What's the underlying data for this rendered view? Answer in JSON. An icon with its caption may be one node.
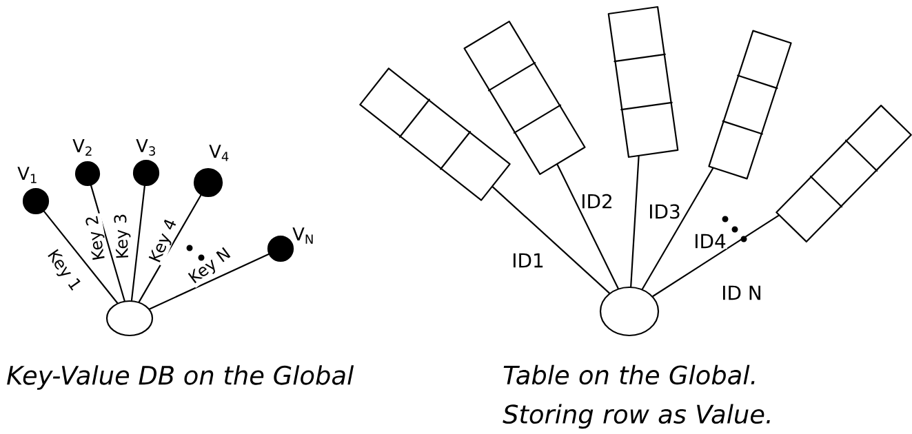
{
  "diagram": {
    "nodes": [
      {
        "text": [],
        "shape": "circle",
        "beside": [
          "V$_{1}$"
        ]
      },
      {
        "text": [],
        "shape": "circle",
        "beside": [
          "V$_{2}$"
        ]
      },
      {
        "text": [],
        "shape": "circle",
        "beside": [
          "V$_{3}$"
        ]
      },
      {
        "text": [],
        "shape": "circle",
        "beside": [
          "V$_{4}$"
        ]
      },
      {
        "text": [],
        "shape": "circle",
        "beside": [
          "V$_{N}$"
        ]
      },
      {
        "text": [],
        "shape": "ellipse"
      },
      {
        "text": [],
        "shape": "box"
      },
      {
        "text": [],
        "shape": "box"
      },
      {
        "text": [],
        "shape": "box"
      },
      {
        "text": [],
        "shape": "box"
      },
      {
        "text": [],
        "shape": "box"
      },
      {
        "text": [],
        "shape": "ellipse"
      }
    ],
    "edges": [
      {
        "from": 5,
        "to": 0,
        "arrow": "none",
        "label": "Key 1"
      },
      {
        "from": 5,
        "to": 1,
        "arrow": "none",
        "label": "Key 2"
      },
      {
        "from": 5,
        "to": 2,
        "arrow": "none",
        "label": "Key 3"
      },
      {
        "from": 5,
        "to": 3,
        "arrow": "none",
        "label": "Key 4"
      },
      {
        "from": 5,
        "to": 4,
        "arrow": "none",
        "label": "Key N"
      },
      {
        "from": 11,
        "to": 6,
        "arrow": "none",
        "label": "ID1"
      },
      {
        "from": 11,
        "to": 7,
        "arrow": "none",
        "label": "ID2"
      },
      {
        "from": 11,
        "to": 8,
        "arrow": "none",
        "label": "ID3"
      },
      {
        "from": 11,
        "to": 9,
        "arrow": "none",
        "label": "ID4"
      },
      {
        "from": 11,
        "to": 10,
        "arrow": "none",
        "label": "ID N"
      }
    ],
    "labels": [
      "Key-Value DB on the Global",
      "Table on the Global. Storing row as Value."
    ]
  }
}
